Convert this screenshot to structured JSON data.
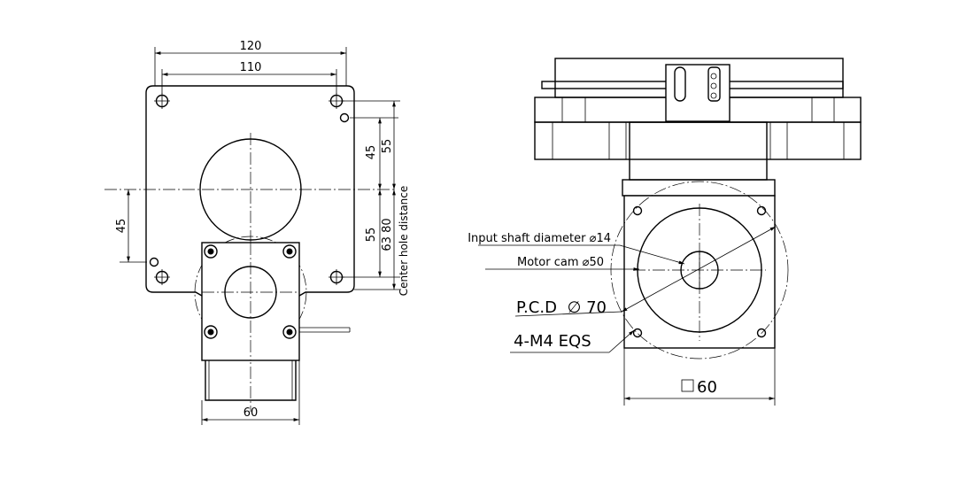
{
  "left_view": {
    "dim_120": "120",
    "dim_110": "110",
    "dim_45_upper": "45",
    "dim_55_upper": "55",
    "dim_45_left": "45",
    "dim_55_lower": "55",
    "dim_63_80": "63 80",
    "center_hole_label": "Center hole distance",
    "dim_60_bottom": "60"
  },
  "right_view": {
    "input_shaft_label": "Input shaft diameter ⌀14",
    "motor_cam_label": "Motor cam ⌀50",
    "pcd_label": "P.C.D",
    "pcd_value": "70",
    "screw_label": "4-M4 EQS",
    "square_value": "60"
  }
}
